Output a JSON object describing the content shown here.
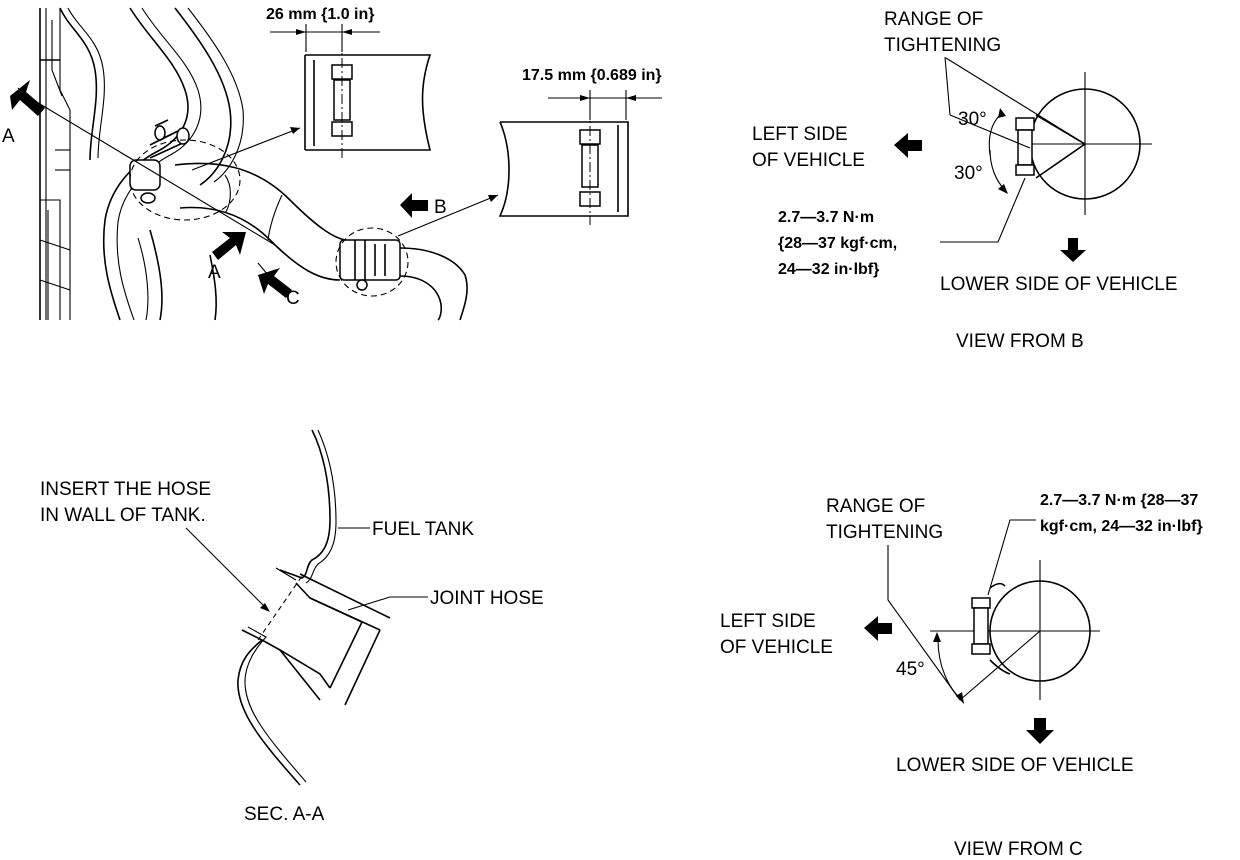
{
  "main_view": {
    "dim_top": "26 mm {1.0 in}",
    "dim_right": "17.5 mm {0.689 in}",
    "arrow_a_upper": "A",
    "arrow_a_lower": "A",
    "arrow_b": "B",
    "arrow_c": "C"
  },
  "view_b": {
    "range_line1": "RANGE OF",
    "range_line2": "TIGHTENING",
    "angle_upper": "30°",
    "angle_lower": "30°",
    "left_side_line1": "LEFT SIDE",
    "left_side_line2": "OF VEHICLE",
    "torque_line1": "2.7—3.7 N·m",
    "torque_line2": "{28—37 kgf·cm,",
    "torque_line3": "24—32 in·lbf}",
    "lower_side": "LOWER SIDE OF VEHICLE",
    "caption": "VIEW FROM B"
  },
  "section_aa": {
    "insert_line1": "INSERT THE HOSE",
    "insert_line2": "IN WALL OF TANK.",
    "fuel_tank": "FUEL TANK",
    "joint_hose": "JOINT HOSE",
    "caption": "SEC. A-A"
  },
  "view_c": {
    "range_line1": "RANGE OF",
    "range_line2": "TIGHTENING",
    "torque_line1": "2.7—3.7 N·m {28—37",
    "torque_line2": "kgf·cm, 24—32 in·lbf}",
    "angle": "45°",
    "left_side_line1": "LEFT SIDE",
    "left_side_line2": "OF VEHICLE",
    "lower_side": "LOWER SIDE OF VEHICLE",
    "caption": "VIEW FROM C"
  }
}
